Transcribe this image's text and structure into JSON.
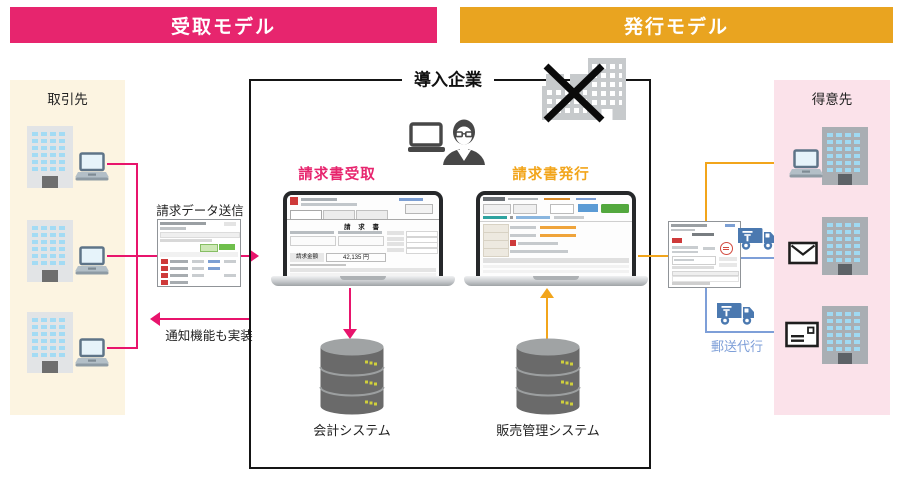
{
  "banners": {
    "receive": {
      "label": "受取モデル"
    },
    "issue": {
      "label": "発行モデル"
    }
  },
  "panels": {
    "partners": {
      "title": "取引先"
    },
    "customers": {
      "title": "得意先"
    }
  },
  "center": {
    "title": "導入企業",
    "receive_heading": "請求書受取",
    "issue_heading": "請求書発行",
    "accounting_system": "会計システム",
    "sales_system": "販売管理システム"
  },
  "flows": {
    "send_data": "請求データ送信",
    "notify": "通知機能も実装",
    "mail_agency": "郵送代行"
  },
  "screens": {
    "invoice_title": "請 求 書",
    "invoice_amount_label": "請求金額",
    "invoice_amount": "42,135 円"
  },
  "colors": {
    "pink": "#E7256E",
    "pink-line": "#E8146C",
    "orange": "#E9A420",
    "orange-line": "#F2A51B",
    "blue": "#4B79B0",
    "blue-line": "#7E9FD8",
    "cream-bg": "#FCF4E1",
    "pinkpanel-bg": "#FBE2EA"
  }
}
